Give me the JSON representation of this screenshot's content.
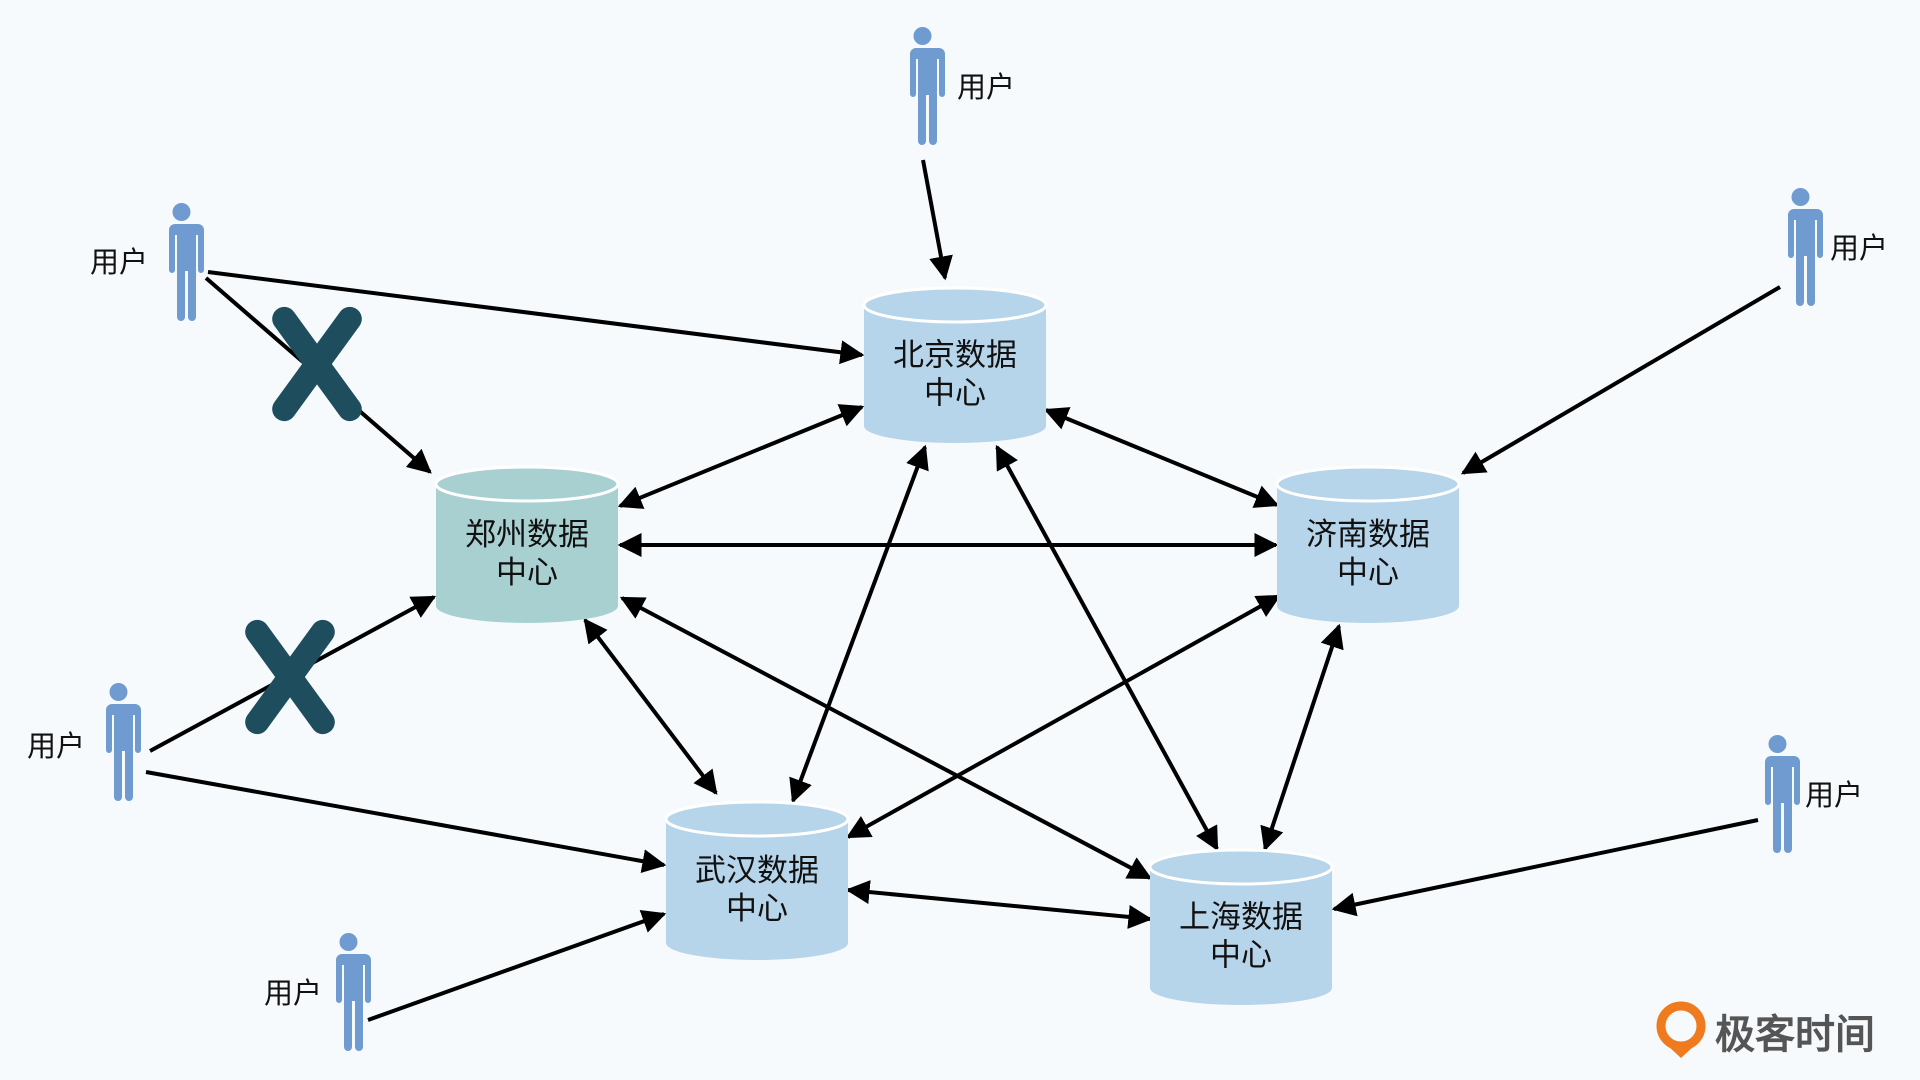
{
  "colors": {
    "background": "#f6fafc",
    "datacenter": "#b6d4ea",
    "datacenter_failed": "#a9d0d1",
    "user": "#6f9bd0",
    "arrow": "#000000",
    "cross": "#1e4d5e",
    "logo_orange": "#f07b1e",
    "logo_text": "#555555"
  },
  "datacenters": [
    {
      "id": "beijing",
      "line1": "北京数据",
      "line2": "中心",
      "status": "normal"
    },
    {
      "id": "zhengzhou",
      "line1": "郑州数据",
      "line2": "中心",
      "status": "failed"
    },
    {
      "id": "jinan",
      "line1": "济南数据",
      "line2": "中心",
      "status": "normal"
    },
    {
      "id": "wuhan",
      "line1": "武汉数据",
      "line2": "中心",
      "status": "normal"
    },
    {
      "id": "shanghai",
      "line1": "上海数据",
      "line2": "中心",
      "status": "normal"
    }
  ],
  "users": [
    {
      "id": "user-top",
      "label": "用户"
    },
    {
      "id": "user-left-top",
      "label": "用户"
    },
    {
      "id": "user-left-mid",
      "label": "用户"
    },
    {
      "id": "user-bottom",
      "label": "用户"
    },
    {
      "id": "user-right-top",
      "label": "用户"
    },
    {
      "id": "user-right-bottom",
      "label": "用户"
    }
  ],
  "links": [
    {
      "from": "user-top",
      "to": "beijing",
      "type": "one-way"
    },
    {
      "from": "user-left-top",
      "to": "beijing",
      "type": "one-way"
    },
    {
      "from": "user-left-top",
      "to": "zhengzhou",
      "type": "one-way",
      "blocked": true
    },
    {
      "from": "user-left-mid",
      "to": "zhengzhou",
      "type": "one-way",
      "blocked": true
    },
    {
      "from": "user-left-mid",
      "to": "wuhan",
      "type": "one-way"
    },
    {
      "from": "user-bottom",
      "to": "wuhan",
      "type": "one-way"
    },
    {
      "from": "user-right-top",
      "to": "jinan",
      "type": "one-way"
    },
    {
      "from": "user-right-bottom",
      "to": "shanghai",
      "type": "one-way"
    },
    {
      "from": "zhengzhou",
      "to": "beijing",
      "type": "two-way"
    },
    {
      "from": "zhengzhou",
      "to": "jinan",
      "type": "two-way"
    },
    {
      "from": "zhengzhou",
      "to": "wuhan",
      "type": "two-way"
    },
    {
      "from": "zhengzhou",
      "to": "shanghai",
      "type": "two-way"
    },
    {
      "from": "beijing",
      "to": "jinan",
      "type": "two-way"
    },
    {
      "from": "beijing",
      "to": "wuhan",
      "type": "two-way"
    },
    {
      "from": "beijing",
      "to": "shanghai",
      "type": "two-way"
    },
    {
      "from": "jinan",
      "to": "wuhan",
      "type": "two-way"
    },
    {
      "from": "jinan",
      "to": "shanghai",
      "type": "two-way"
    },
    {
      "from": "wuhan",
      "to": "shanghai",
      "type": "two-way"
    }
  ],
  "logo": {
    "text": "极客时间"
  }
}
